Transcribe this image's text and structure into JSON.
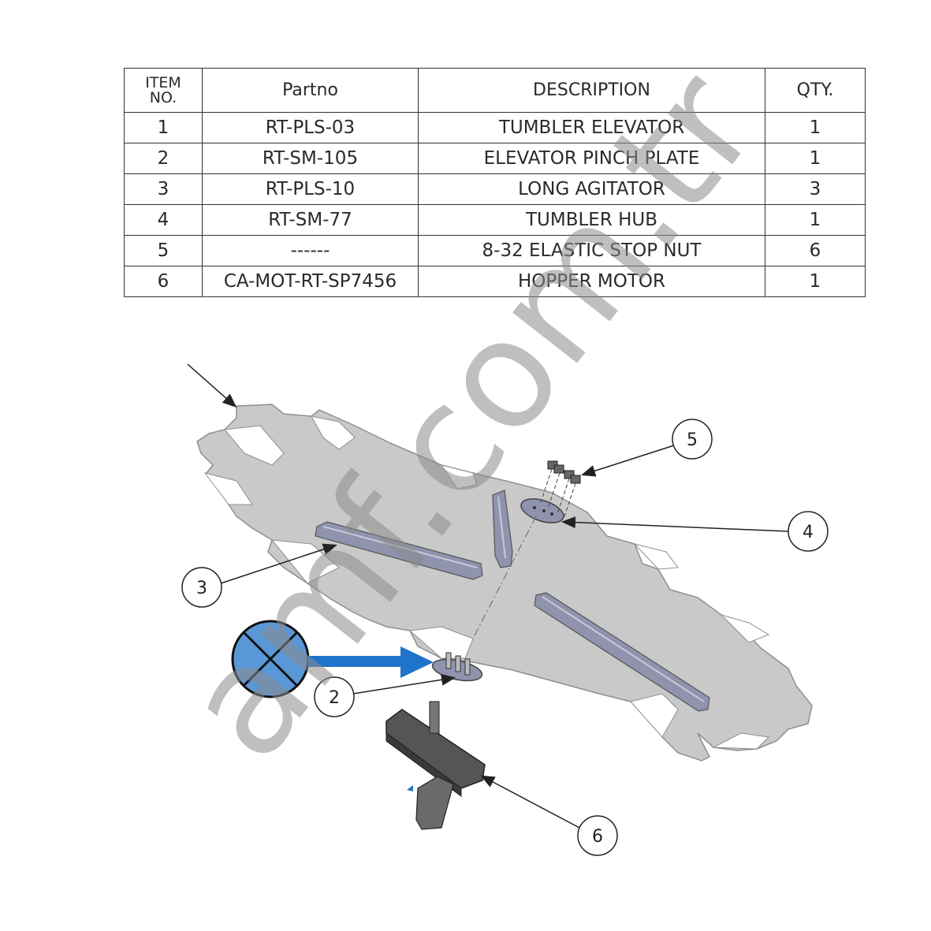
{
  "bom": {
    "headers": {
      "item_no_line1": "ITEM",
      "item_no_line2": "NO.",
      "partno": "Partno",
      "description": "DESCRIPTION",
      "qty": "QTY."
    },
    "rows": [
      {
        "item": "1",
        "partno": "RT-PLS-03",
        "description": "TUMBLER ELEVATOR",
        "qty": "1"
      },
      {
        "item": "2",
        "partno": "RT-SM-105",
        "description": "ELEVATOR PINCH PLATE",
        "qty": "1"
      },
      {
        "item": "3",
        "partno": "RT-PLS-10",
        "description": "LONG AGITATOR",
        "qty": "3"
      },
      {
        "item": "4",
        "partno": "RT-SM-77",
        "description": "TUMBLER HUB",
        "qty": "1"
      },
      {
        "item": "5",
        "partno": "------",
        "description": "8-32 ELASTIC STOP NUT",
        "qty": "6"
      },
      {
        "item": "6",
        "partno": "CA-MOT-RT-SP7456",
        "description": "HOPPER MOTOR",
        "qty": "1"
      }
    ]
  },
  "callouts": {
    "c2": "2",
    "c3": "3",
    "c4": "4",
    "c5": "5",
    "c6": "6"
  },
  "watermark": "amf.com.tr",
  "colors": {
    "plate": "#c9c9c9",
    "plate_edge": "#8f8f8f",
    "agitator": "#8f93ad",
    "marker_fill": "#5a97d6",
    "arrow": "#1f73c9"
  },
  "icons": {
    "marker": "crossed-circle-icon",
    "arrow": "arrow-right-icon"
  }
}
